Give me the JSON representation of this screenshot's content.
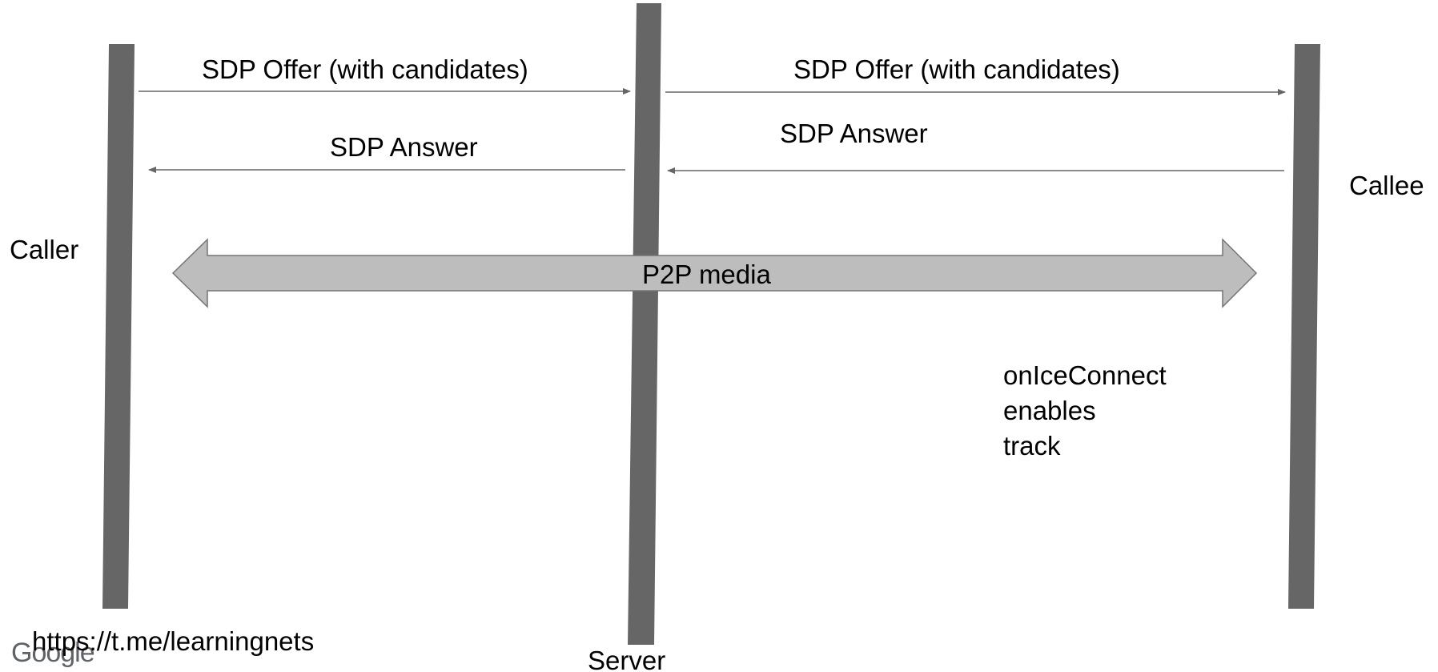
{
  "participants": {
    "caller": "Caller",
    "server": "Server",
    "callee": "Callee"
  },
  "messages": {
    "offer_to_server": "SDP Offer (with candidates)",
    "offer_to_callee": "SDP Offer (with candidates)",
    "answer_to_caller": "SDP Answer",
    "answer_to_server": "SDP Answer"
  },
  "media": {
    "label": "P2P media"
  },
  "note": {
    "line1": "onIceConnect",
    "line2": "enables",
    "line3": "track"
  },
  "footer": {
    "link": "https://t.me/learningnets",
    "logo": "Google"
  },
  "colors": {
    "lifeline": "#666666",
    "arrow": "#666666",
    "media_fill": "#bdbdbd",
    "media_stroke": "#757575"
  }
}
